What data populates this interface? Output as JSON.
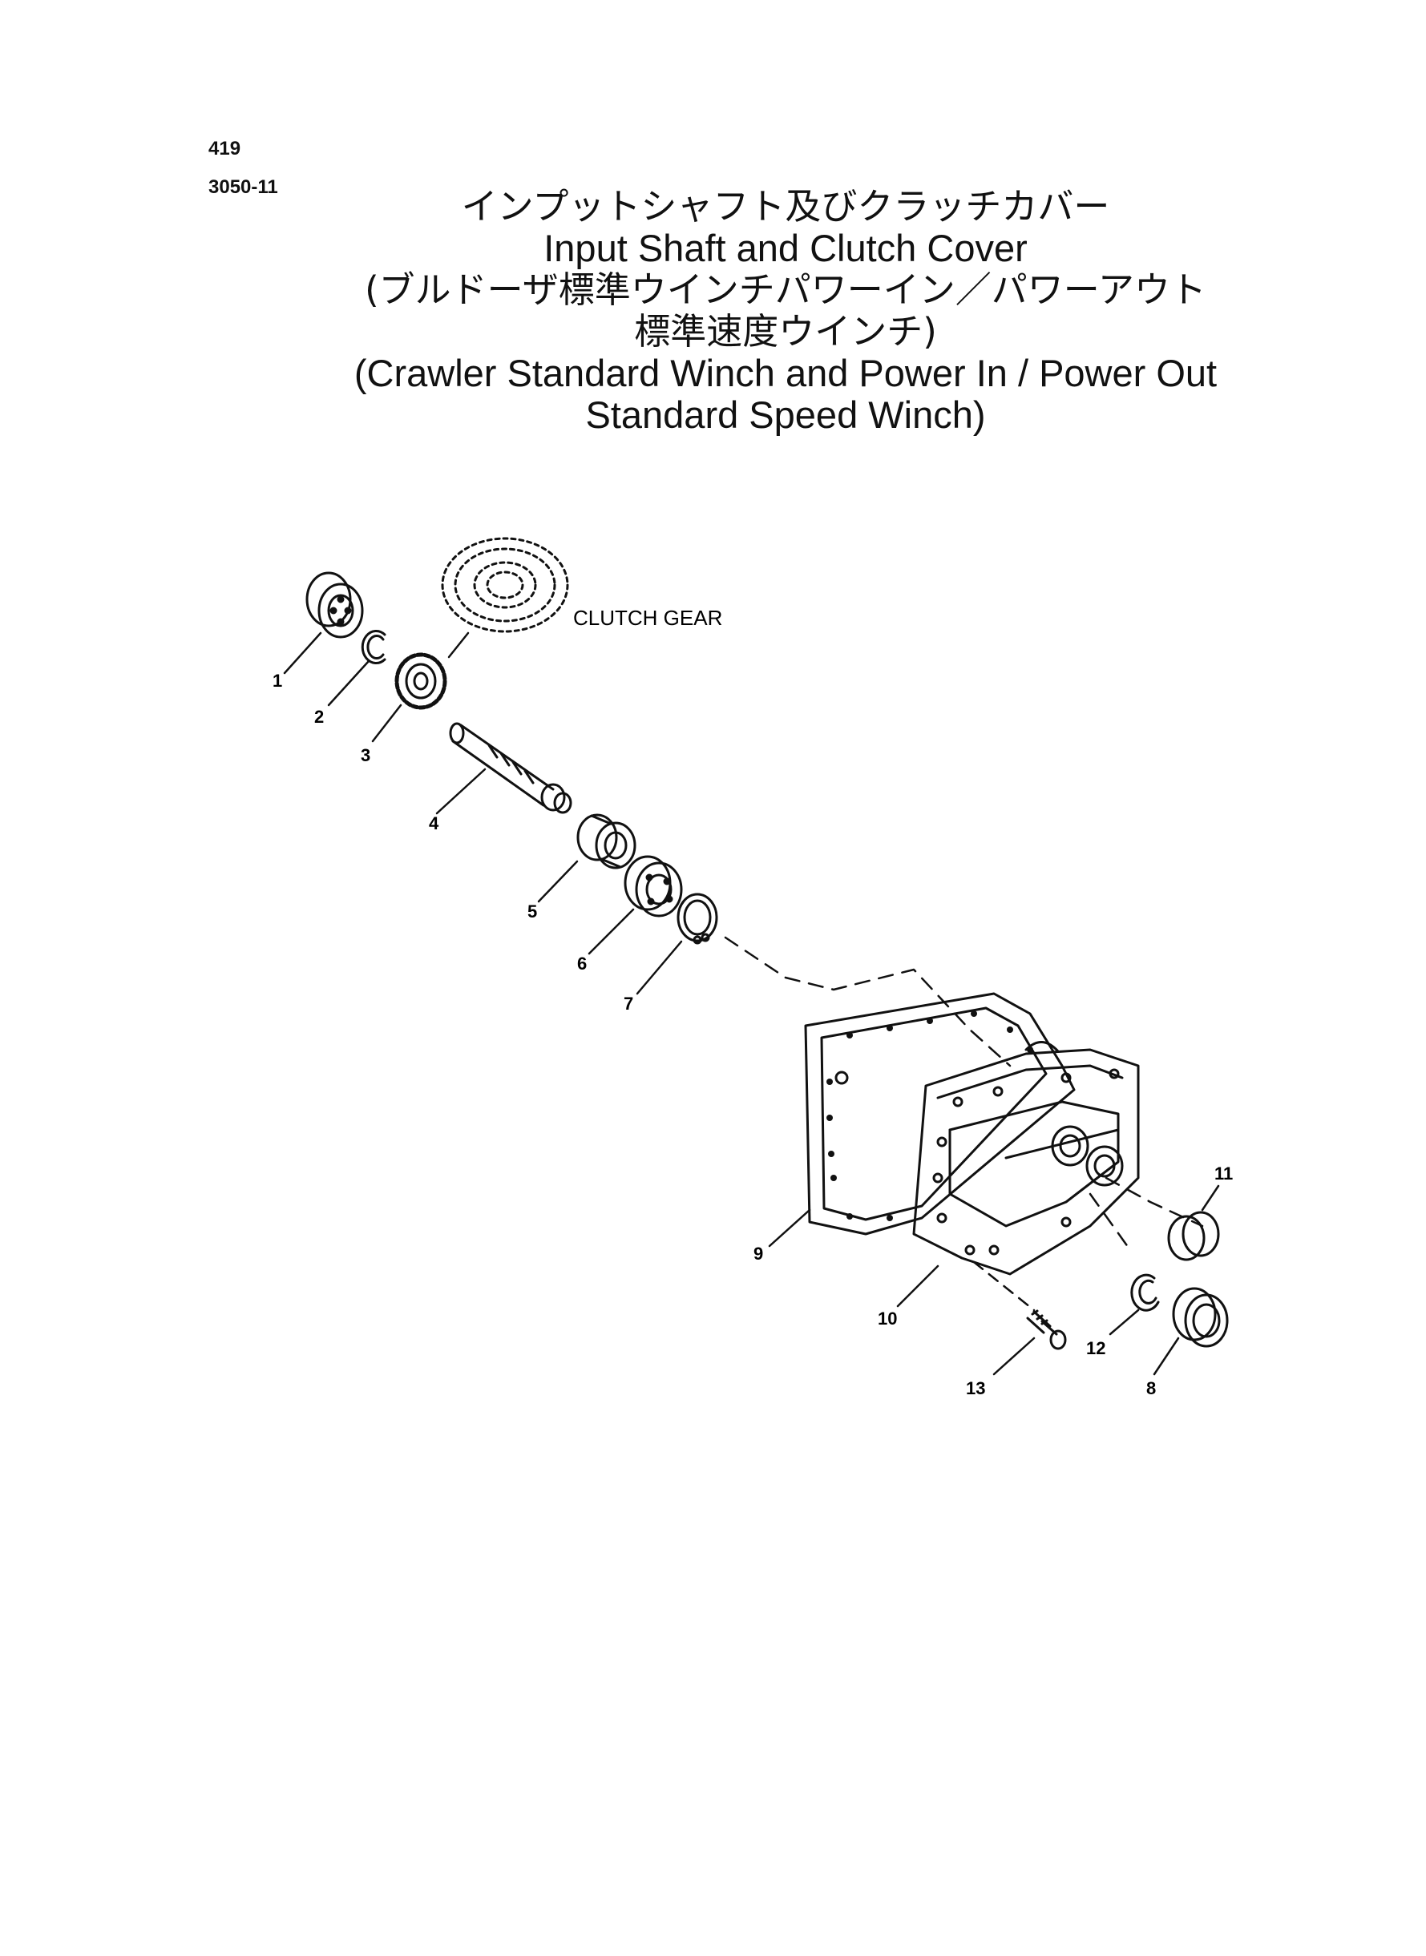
{
  "header": {
    "page_number": "419",
    "figure_number": "3050-11"
  },
  "title": {
    "lines": [
      "インプットシャフト及びクラッチカバー",
      "Input Shaft and Clutch Cover",
      "(ブルドーザ標準ウインチパワーイン／パワーアウト",
      "標準速度ウインチ)",
      "(Crawler Standard Winch and Power In / Power Out",
      "Standard Speed Winch)"
    ]
  },
  "diagram": {
    "clutch_gear_label": "CLUTCH GEAR",
    "callouts": [
      "1",
      "2",
      "3",
      "4",
      "5",
      "6",
      "7",
      "8",
      "9",
      "10",
      "11",
      "12",
      "13"
    ]
  }
}
